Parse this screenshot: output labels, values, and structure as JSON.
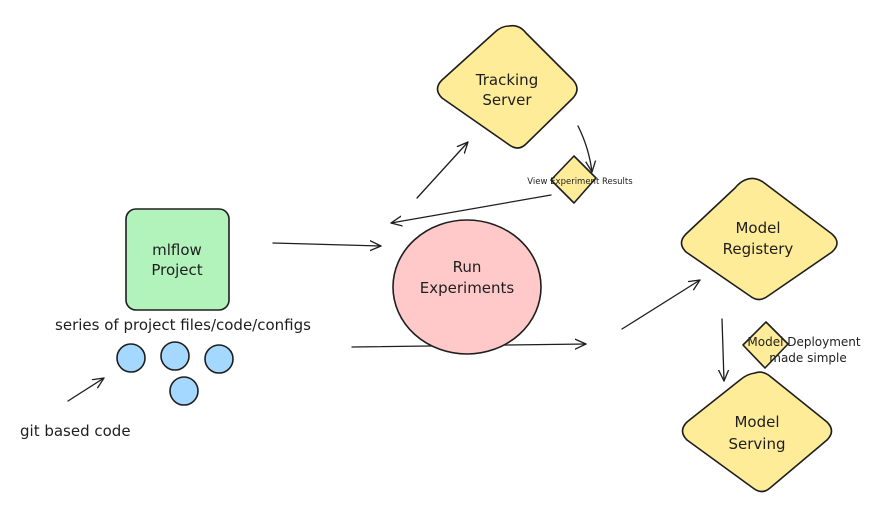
{
  "colors": {
    "project_fill": "#b2f2bb",
    "run_fill": "#ffc9c9",
    "diamond_fill": "#ffec99",
    "circle_fill": "#a5d8ff",
    "stroke": "#1e1e1e"
  },
  "project": {
    "line1": "mlflow",
    "line2": "Project"
  },
  "project_caption": "series of project files/code/configs",
  "git_label": "git based code",
  "run": {
    "line1": "Run",
    "line2": "Experiments"
  },
  "tracking": {
    "line1": "Tracking",
    "line2": "Server"
  },
  "view_results": "View Experiment Results",
  "registry": {
    "line1": "Model",
    "line2": "Registery"
  },
  "deploy": {
    "line1": "Model Deployment",
    "line2": "made simple"
  },
  "serving": {
    "line1": "Model",
    "line2": "Serving"
  }
}
